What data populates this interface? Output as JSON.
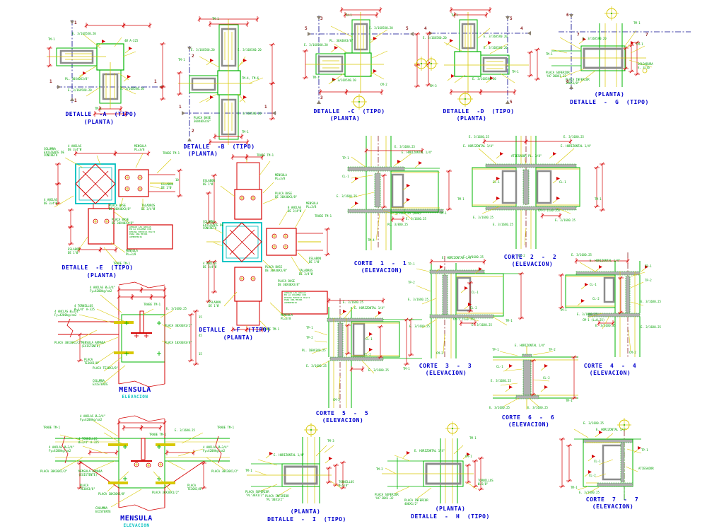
{
  "palette": {
    "background": "#ffffff",
    "green": "#00b400",
    "yellow": "#d8c800",
    "red": "#d40000",
    "maroon": "#8b2020",
    "navy": "#00008b",
    "cyan": "#00bfbf",
    "blue": "#0000cd",
    "gray_stroke": "#8c8c8c",
    "gray_fill": "#b0b0b0"
  },
  "details": {
    "detail_a": {
      "title": "DETALLE  -A  (TIPO)",
      "subtitle": "(PLANTA)",
      "labels": [
        "TM-1",
        "E. 3/16X5X0.20",
        "4Ø A-325",
        "PL. 30X40X3/8\"",
        "E. 3/16X5X0.20",
        "E. 3/16X5X0.20",
        "TM-1",
        "1",
        "1",
        "1",
        "1"
      ]
    },
    "detail_b": {
      "title": "DETALLE  -B  (TIPO)",
      "subtitle": "(PLANTA)",
      "labels": [
        "TM-1",
        "E. 3/16X5X0.20",
        "E. 3/16X5X0.20",
        "TM-4, TM-6",
        "E. 3/16X5X0.20",
        "PLACA BASE\n30X40X3/8\"",
        "TM-1",
        "TM-1",
        "2",
        "2",
        "1",
        "1"
      ]
    },
    "detail_c": {
      "title": "DETALLE  -C  (TIPO)",
      "subtitle": "(PLANTA)",
      "labels": [
        "TU-1",
        "E. 3/16X5X0.20",
        "PL. 30X40X3/8\"",
        "E. 3/16X5X0.20",
        "E. 3/16X5X0.20",
        "TM-1",
        "CM-2",
        "3",
        "3",
        "5",
        "5"
      ]
    },
    "detail_d": {
      "title": "DETALLE  -D  (TIPO)",
      "subtitle": "(PLANTA)",
      "labels": [
        "TU-1",
        "E. 3/16X5X0.20",
        "E. 3/16X5X0.20",
        "E. 3/16X5X0.20",
        "TM-1",
        "E. 3/16X5X0.20",
        "CM-3",
        "4",
        "4",
        "5",
        "5"
      ]
    },
    "detail_g": {
      "title": "(PLANTA)",
      "subtitle": "DETALLE  -  G  (TIPO)",
      "labels": [
        "TM-1",
        "E. 3/16X5X0.20",
        "TM-1",
        "PLACA SUPERIOR\n'HC'200X1.32",
        "PLACA INFERIOR\n300X3/8\"",
        "SOLDADURA\nE. 3/16",
        "CM-1",
        "6",
        "6",
        "7",
        "7"
      ]
    },
    "detail_e": {
      "title": "DETALLE  -E  (TIPO)",
      "subtitle": "(PLANTA)",
      "labels": [
        "COLUMNA\nEXISTENTE DE\nCONCRETO",
        "4 ANCLAS\nDE 3/4\"Ø",
        "MENSULA\nPL=3/8",
        "TRABE TM-1",
        "4 ANCLAS\nDE 3/4\"Ø",
        "PLACA BASE\nDE 30X40X3/8\"",
        "TALADROS\nDE 3/4\"Ø",
        "PLACA BASE\nDE 30X40X3/8\"",
        "ESLABON\nDE 1\"Ø",
        "AHOGAR LAS ANCLAS\nEN LA COLUMNA CON\nRESINA EPOXICA HILTI\nPARA UNA MEJOR\nADHERENCIA",
        "ESLABON\nDE 1\"Ø",
        "MENSULA\nPL=3/8",
        "TRABE TM-1",
        "10"
      ]
    },
    "detail_f": {
      "title": "DETALLE  -F  (TIPO)",
      "subtitle": "(PLANTA)",
      "labels": [
        "TRABE TM-1",
        "MENSULA\nPL=3/8",
        "ESLABON\nDE 1\"Ø",
        "PLACA BASE\nDE 30X40X3/8\"",
        "8 ANCLAS\nDE 3/4\"Ø",
        "MENSULA\nPL=3/8",
        "TRABE TM-1",
        "COLUMNA\nEXISTENTE DE\nCONCRETO",
        "4 ANCLAS\nDE 3/4\"Ø",
        "PLACA BASE\nDE 30X40X3/8\"",
        "TALADROS\nDE 3/4\"Ø",
        "PLACA BASE\nDE 30X40X3/8\"",
        "ESLABON\nDE 1\"Ø",
        "AHOGAR LAS ANCLAS\nEN LA COLUMNA CON\nRESINA EPOXICA HILTI\nPARA UNA MEJOR\nADHERENCIA",
        "ESLABON\nDE 1\"Ø",
        "MENSULA\nPL=3/8",
        "TRABE TM-1"
      ]
    },
    "corte_1": {
      "title": "CORTE  1  -  1",
      "subtitle": "(ELEVACION)",
      "labels": [
        "E. 3/16X0.25",
        "E. HORIZONTAL 1/4\"",
        "TP-1",
        "CL-1",
        "E. 3/16X0.25",
        "E. 3/16X0.25 (A+B)",
        "E. 3/16X0.25",
        "PL. 3/8X0.25",
        "TM-4",
        "TM-1"
      ]
    },
    "corte_2": {
      "title": "CORTE  2  -  2",
      "subtitle": "(ELEVACION)",
      "labels": [
        "E. 3/16X0.25",
        "E. HORIZONTAL 1/4\"",
        "E. 3/16X0.25",
        "E. HORIZONTAL 1/4\"",
        "ATIESADOR PL. 3/8\"",
        "CL-1",
        "CL-1",
        "TM-1",
        "TM-1",
        "CM-1 (L=0.25)",
        "E. 3/16X0.25",
        "E. 3/16X0.25",
        "E. 3/16X0.25",
        "CM-2"
      ]
    },
    "corte_3": {
      "title": "CORTE  3  -  3",
      "subtitle": "(ELEVACION)",
      "labels": [
        "TP-1",
        "E. HORIZONTAL 1/4\"",
        "E. 3/16X0.25",
        "TP-2",
        "E. 3/16X0.25",
        "CL-1",
        "CL-2",
        "CM-1 (L=0.25)",
        "E. 3/16X0.25",
        "E. 3/16X0.25",
        "TM-1",
        "CM-2"
      ]
    },
    "corte_4": {
      "title": "CORTE  4  -  4",
      "subtitle": "(ELEVACION)",
      "labels": [
        "E. 3/16X0.25",
        "E. HORIZONTAL 1/4\"",
        "TP-1",
        "TP-2",
        "CL-1",
        "CL-2",
        "E. 3/16X0.25",
        "TM-1",
        "E. 3/16X0.25",
        "CM-1 (L=0.25)",
        "E. 3/16X0.25",
        "E. 3/16X0.25",
        "CM-2"
      ]
    },
    "corte_5": {
      "title": "CORTE  5  -  5",
      "subtitle": "(ELEVACION)",
      "labels": [
        "E. 3/16X0.25",
        "E. HORIZONTAL 1/4\"",
        "TP-1",
        "TP-2",
        "PL. 100X3X0.25",
        "CL-1",
        "CL-2",
        "E. 3/16X0.25",
        "E. 3/16X0.25",
        "TM-1",
        "CM-3"
      ]
    },
    "corte_6": {
      "title": "CORTE  6  -  6",
      "subtitle": "(ELEVACION)",
      "labels": [
        "E. HORIZONTAL 1/4\"",
        "TP-1",
        "TP-2",
        "CL-1",
        "E. 3/16X0.25",
        "CL-2",
        "E. 3/16X0.25",
        "E. 3/16X0.25",
        "TM-1"
      ]
    },
    "corte_7": {
      "title": "CORTE  7  -  7",
      "subtitle": "(ELEVACION)",
      "labels": [
        "E. 3/16X0.25",
        "E. HORIZONTAL 1/4\"",
        "TP-1",
        "CL-1",
        "ATIESADOR",
        "CL-2",
        "TM-1",
        "E. 3/16X0.25"
      ]
    },
    "mensula_1": {
      "title": "MENSULA",
      "subtitle": "ELEVACION",
      "labels": [
        "4 ANCLAS Ø=3/4\"\nFy=4200kg/cm2",
        "4 TORNILLOS\nØ=3/4\" A-325",
        "4 ANCLAS Ø=3/4\"\nFy=4200kg/cm2",
        "TRABE TM-1",
        "E. 3/16X0.25",
        "PLACA 30X30X1/2\"",
        "PLACA 10X30X3/8\"",
        "PLACA 30X30X1/2\"",
        "MENSULA ARMADA\n(EXISTENTE)",
        "PLACA\nTE30X3/8\"",
        "PLACA TE30X3/8\"",
        "COLUMNA\nEXISTENTE",
        "15",
        "45",
        "15"
      ]
    },
    "mensula_2": {
      "title": "MENSULA",
      "subtitle": "ELEVACION",
      "labels": [
        "4 ANCLAS Ø=3/4\"\nFy=4200kg/cm2",
        "TRABE TM-1",
        "TRABE TM-1",
        "4 TORNILLOS\nØ=3/4\" A-325",
        "E. 3/16X0.25",
        "TRABE TM-1",
        "4 ANCLAS Ø=3/4\"\nFy=4200kg/cm2",
        "4 ANCLAS Ø=3/4\"\nFy=4200kg/cm2",
        "PLACA 30X30X1/2\"",
        "PLACA 30X30X1/2\"",
        "MENSULA ARMADA\n(EXISTENTE)",
        "PLACA\nTE30X3/8\"",
        "PLACA\nTE30X3/8\"",
        "PLACA 10X30X3/8\"",
        "PLACA 30X30X1/2\"",
        "COLUMNA\nEXISTENTE"
      ]
    },
    "detail_i": {
      "title": "(PLANTA)",
      "subtitle": "DETALLE  -  I  (TIPO)",
      "labels": [
        "TM-3",
        "E. HORIZONTAL 1/4\"",
        "TM-1",
        "PLACA SUPERIOR\n'PL'30X1/2\"",
        "PLACA INFERIOR\n'PL'30X1/2\"",
        "TORNILLOS\nØ=5/8\""
      ]
    },
    "detail_h": {
      "title": "(PLANTA)",
      "subtitle": "DETALLE  -  H  (TIPO)",
      "labels": [
        "TM-1",
        "E. HORIZONTAL 1/4\"",
        "TM-2",
        "CM-1",
        "PLACA SUPERIOR\n'HC'30X1.32",
        "PLACA INFERIOR\n400X1/2\"",
        "TORNILLOS\nØ=5/8\""
      ]
    }
  }
}
